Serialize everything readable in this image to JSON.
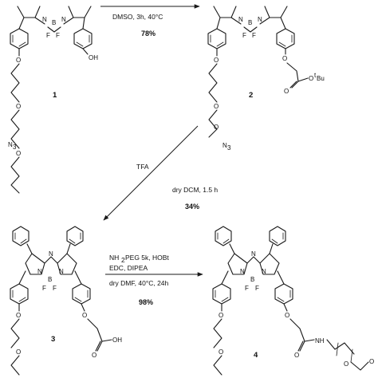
{
  "compounds": [
    {
      "number": "1"
    },
    {
      "number": "2"
    },
    {
      "number": "3"
    },
    {
      "number": "4"
    }
  ],
  "atoms": {
    "N": "N",
    "B": "B",
    "F": "F",
    "O": "O",
    "OH": "OH",
    "N3": "N",
    "N3_sub": "3",
    "NH": "NH",
    "otbu_o": "O",
    "otbu_t": "t",
    "otbu_bu": "Bu"
  },
  "steps": [
    {
      "conditions": [
        "DMSO, 3h, 40°C"
      ],
      "yield": "78%"
    },
    {
      "conditions": [
        "TFA",
        "dry DCM, 1.5 h"
      ],
      "yield": "34%"
    },
    {
      "conditions": [
        "NH",
        "2",
        "PEG 5k, HOBt",
        "EDC, DIPEA",
        "dry DMF, 40°C, 24h"
      ],
      "yield": "98%"
    }
  ]
}
